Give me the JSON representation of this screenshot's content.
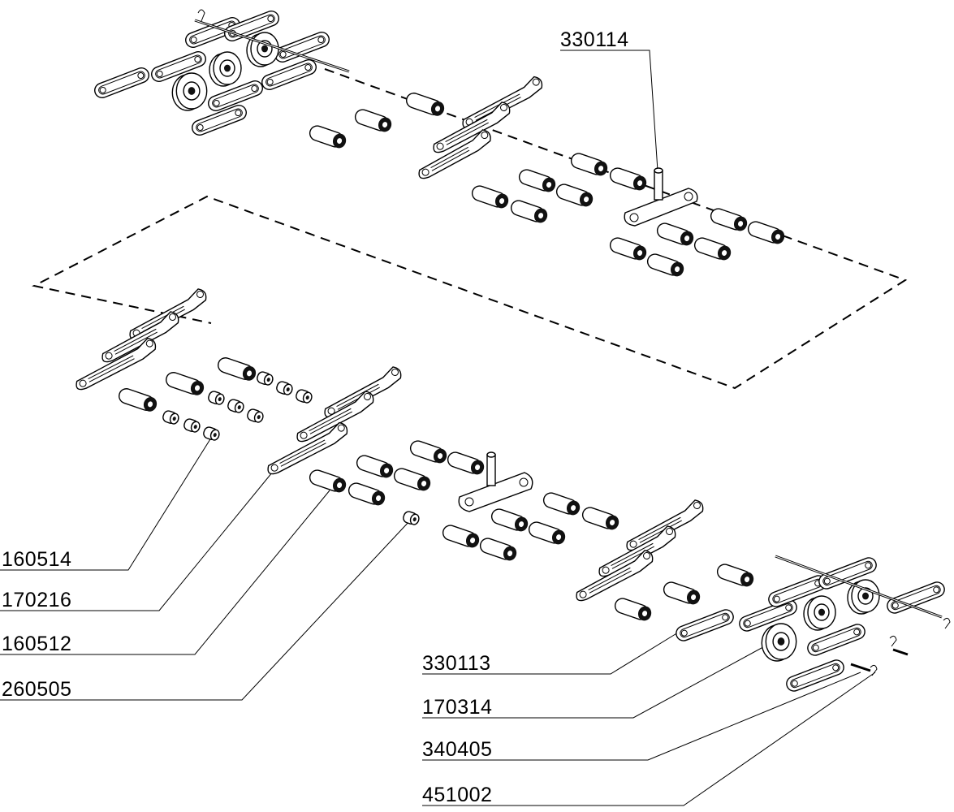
{
  "diagram": {
    "callouts": [
      {
        "id": "c-330114",
        "text": "330114"
      },
      {
        "id": "c-160514",
        "text": "160514"
      },
      {
        "id": "c-170216",
        "text": "170216"
      },
      {
        "id": "c-160512",
        "text": "160512"
      },
      {
        "id": "c-260505",
        "text": "260505"
      },
      {
        "id": "c-330113",
        "text": "330113"
      },
      {
        "id": "c-170314",
        "text": "170314"
      },
      {
        "id": "c-340405",
        "text": "340405"
      },
      {
        "id": "c-451002",
        "text": "451002"
      }
    ],
    "colors": {
      "ink": "#000000",
      "paper": "#ffffff"
    }
  }
}
